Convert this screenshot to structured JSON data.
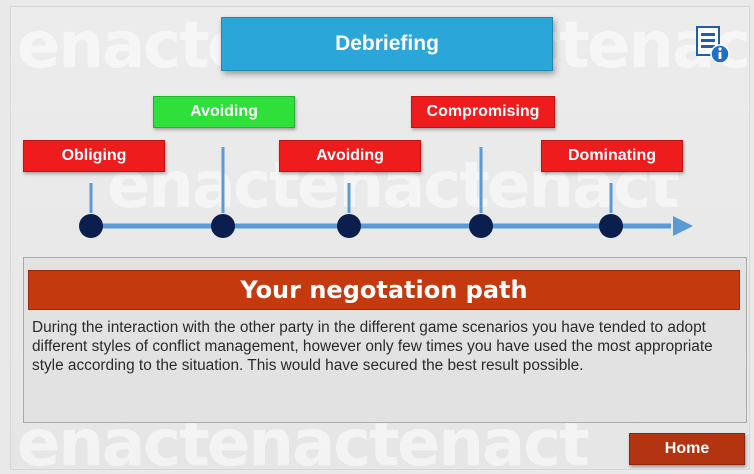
{
  "header": {
    "title": "Debriefing"
  },
  "watermark": {
    "brand_text": "enact"
  },
  "icons": {
    "info": "document-info-icon",
    "timeline_arrow": "arrow-right-icon"
  },
  "path_steps": [
    {
      "label": "Obliging",
      "status": "inappropriate",
      "color": "#ee1c1c"
    },
    {
      "label": "Avoiding",
      "status": "appropriate",
      "color": "#2fe03a"
    },
    {
      "label": "Avoiding",
      "status": "inappropriate",
      "color": "#ee1c1c"
    },
    {
      "label": "Compromising",
      "status": "inappropriate",
      "color": "#ee1c1c"
    },
    {
      "label": "Dominating",
      "status": "inappropriate",
      "color": "#ee1c1c"
    }
  ],
  "panel": {
    "title": "Your negotation path",
    "body": "During the interaction with the other party in the different game scenarios you have tended to adopt different styles of conflict management, however only few times you have used the most appropriate style according to the situation. This would have secured the best result possible."
  },
  "footer": {
    "home_label": "Home"
  },
  "colors": {
    "title_bar": "#2aa6d8",
    "label_red": "#ee1c1c",
    "label_green": "#2fe03a",
    "panel_header": "#c5390f",
    "home_button": "#b33410",
    "timeline_line": "#5b9bd5",
    "timeline_node": "#0b1f4f"
  }
}
